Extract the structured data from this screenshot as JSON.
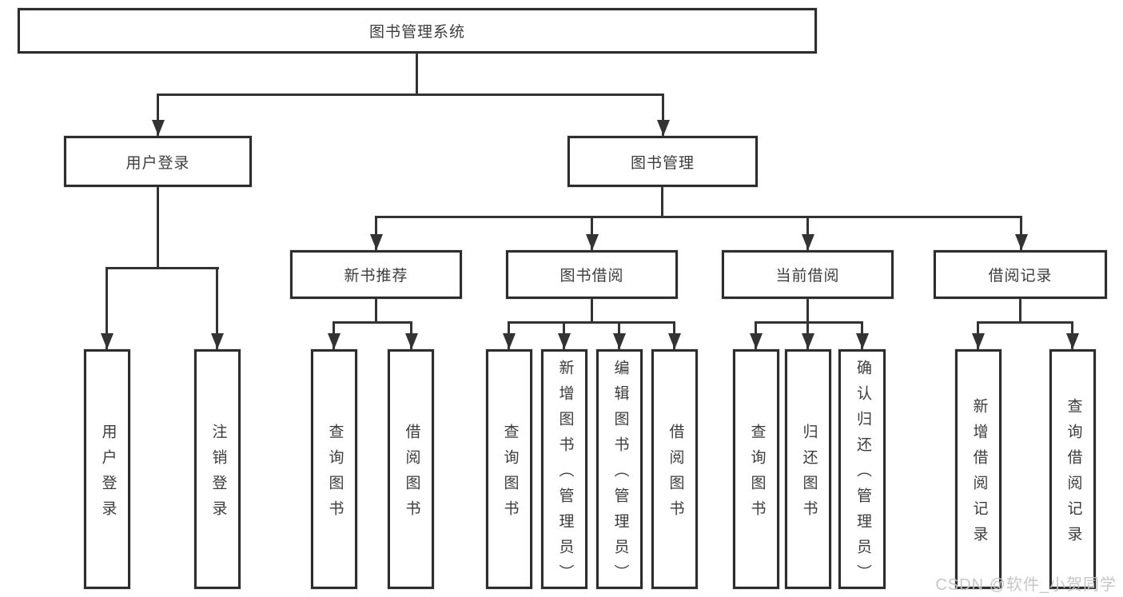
{
  "diagram": {
    "root": {
      "label": "图书管理系统"
    },
    "branches": [
      {
        "label": "用户登录",
        "children": [
          {
            "label": "用户登录"
          },
          {
            "label": "注销登录"
          }
        ]
      },
      {
        "label": "图书管理",
        "children": [
          {
            "label": "新书推荐",
            "children": [
              {
                "label": "查询图书"
              },
              {
                "label": "借阅图书"
              }
            ]
          },
          {
            "label": "图书借阅",
            "children": [
              {
                "label": "查询图书"
              },
              {
                "label": "新增图书（管理员）"
              },
              {
                "label": "编辑图书（管理员）"
              },
              {
                "label": "借阅图书"
              }
            ]
          },
          {
            "label": "当前借阅",
            "children": [
              {
                "label": "查询图书"
              },
              {
                "label": "归还图书"
              },
              {
                "label": "确认归还（管理员）"
              }
            ]
          },
          {
            "label": "借阅记录",
            "children": [
              {
                "label": "新增借阅记录"
              },
              {
                "label": "查询借阅记录"
              }
            ]
          }
        ]
      }
    ],
    "colors": {
      "line": "#333333",
      "box_border": "#2d2d2d",
      "box_fill": "#ffffff",
      "text": "#3c3c3c"
    }
  },
  "watermark": {
    "text": "CSDN @软件_小贺同学",
    "color": "#c4c4c4"
  }
}
